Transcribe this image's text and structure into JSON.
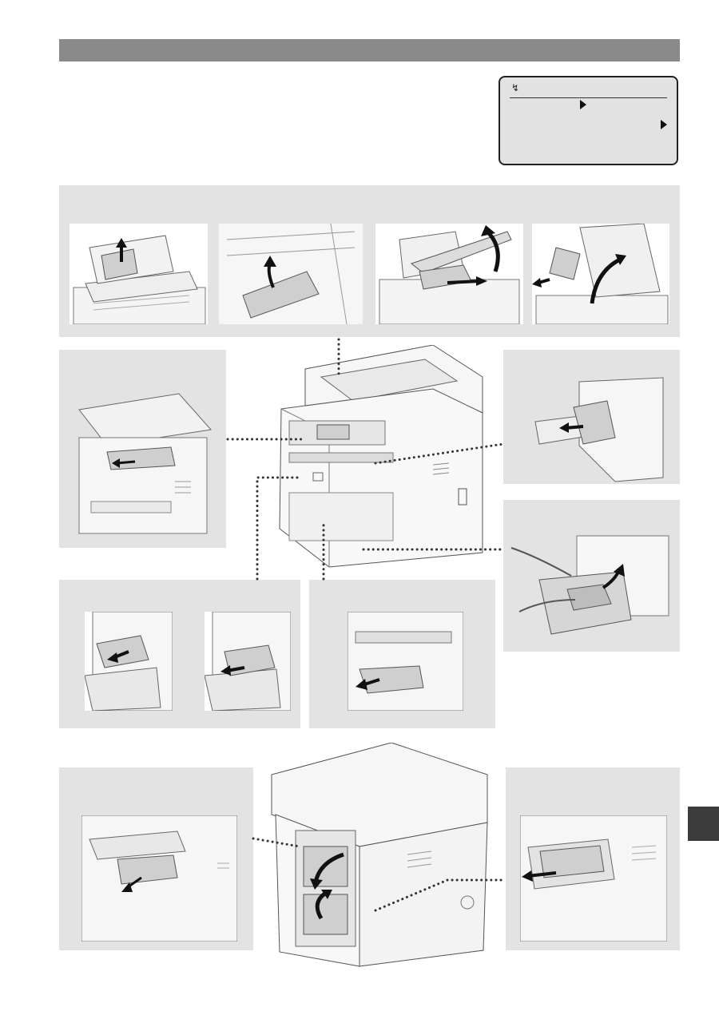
{
  "page": {
    "header_bar_color": "#8a8a8a",
    "panel_color": "#e3e3e3",
    "section_tab_color": "#3c3c3c"
  },
  "lcd": {
    "status_icon": "paper-jam-icon",
    "arrow_icon": "right-triangle-icon"
  },
  "illustrations": [
    "feeder-cover-open-paper-removal",
    "feeder-inner-paper-removal",
    "feeder-tray-lift-paper-removal",
    "platen-cover-paper-removal",
    "scanner-unit-lift-output-tray",
    "multipurpose-tray-paper-removal",
    "paper-drawer-paper-removal",
    "front-cover-toner-area",
    "front-cover-cartridge-area",
    "front-output-slot",
    "rear-duplex-unit",
    "rear-cover-fuser-area"
  ]
}
